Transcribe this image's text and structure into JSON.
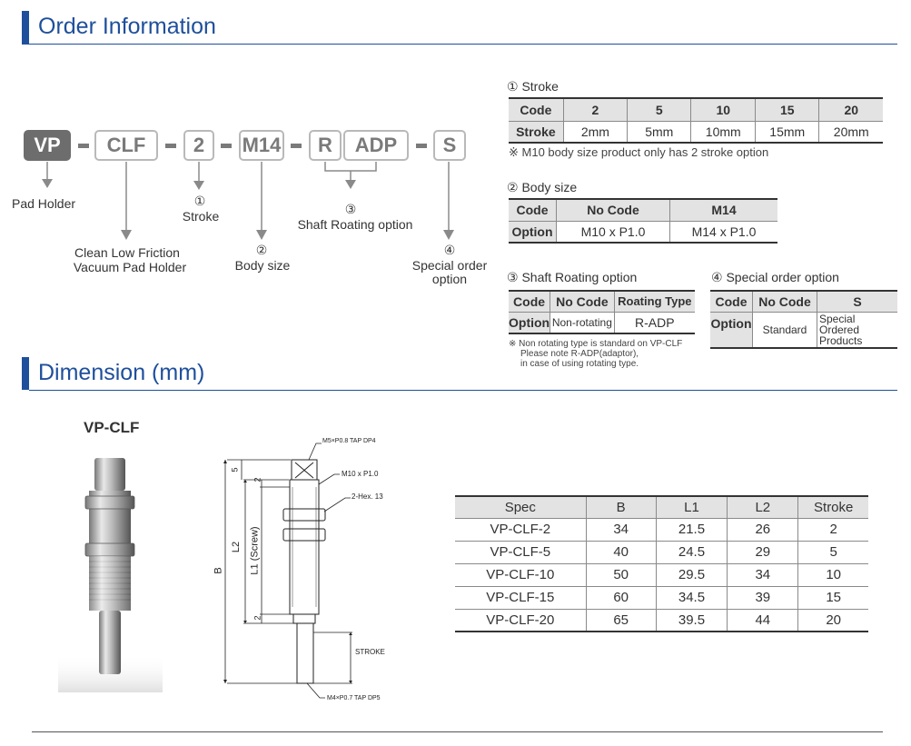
{
  "sections": {
    "order_title": "Order Information",
    "dimension_title": "Dimension (mm)"
  },
  "order_code": {
    "parts": [
      "VP",
      "CLF",
      "2",
      "M14",
      "R",
      "ADP",
      "S"
    ],
    "labels": {
      "pad_holder": "Pad Holder",
      "clf_line1": "Clean Low Friction",
      "clf_line2": "Vacuum Pad Holder",
      "stroke_num": "①",
      "stroke": "Stroke",
      "body_num": "②",
      "body": "Body size",
      "shaft_num": "③",
      "shaft": "Shaft Roating option",
      "special_num": "④",
      "special_line1": "Special order",
      "special_line2": "option"
    }
  },
  "stroke_table": {
    "caption": "① Stroke",
    "row1": [
      "Code",
      "2",
      "5",
      "10",
      "15",
      "20"
    ],
    "row2": [
      "Stroke",
      "2mm",
      "5mm",
      "10mm",
      "15mm",
      "20mm"
    ],
    "note": "※ M10 body size product only has 2 stroke option"
  },
  "body_table": {
    "caption": "② Body size",
    "row1": [
      "Code",
      "No Code",
      "M14"
    ],
    "row2": [
      "Option",
      "M10 x P1.0",
      "M14 x P1.0"
    ]
  },
  "shaft_table": {
    "caption": "③ Shaft Roating option",
    "row1": [
      "Code",
      "No Code",
      "Roating Type"
    ],
    "row2": [
      "Option",
      "Non-rotating",
      "R-ADP"
    ],
    "note1": "※ Non rotating type is standard on VP-CLF",
    "note2": "Please note R-ADP(adaptor),",
    "note3": "in case of using rotating type."
  },
  "special_table": {
    "caption": "④ Special order option",
    "row1": [
      "Code",
      "No Code",
      "S"
    ],
    "row2": [
      "Option",
      "Standard",
      "Special Ordered Products"
    ]
  },
  "product_label": "VP-CLF",
  "drawing": {
    "tap_top": "M5×P0.8 TAP DP4",
    "thread": "M10 x P1.0",
    "hex": "2-Hex. 13",
    "dim_5": "5",
    "dim_2a": "2",
    "dim_2b": "2",
    "dim_l2": "L2",
    "dim_l1": "L1 (Screw)",
    "dim_b": "B",
    "stroke": "STROKE",
    "tap_bottom": "M4×P0.7 TAP DP5"
  },
  "spec_table": {
    "headers": [
      "Spec",
      "B",
      "L1",
      "L2",
      "Stroke"
    ],
    "rows": [
      [
        "VP-CLF-2",
        "34",
        "21.5",
        "26",
        "2"
      ],
      [
        "VP-CLF-5",
        "40",
        "24.5",
        "29",
        "5"
      ],
      [
        "VP-CLF-10",
        "50",
        "29.5",
        "34",
        "10"
      ],
      [
        "VP-CLF-15",
        "60",
        "34.5",
        "39",
        "15"
      ],
      [
        "VP-CLF-20",
        "65",
        "39.5",
        "44",
        "20"
      ]
    ]
  }
}
